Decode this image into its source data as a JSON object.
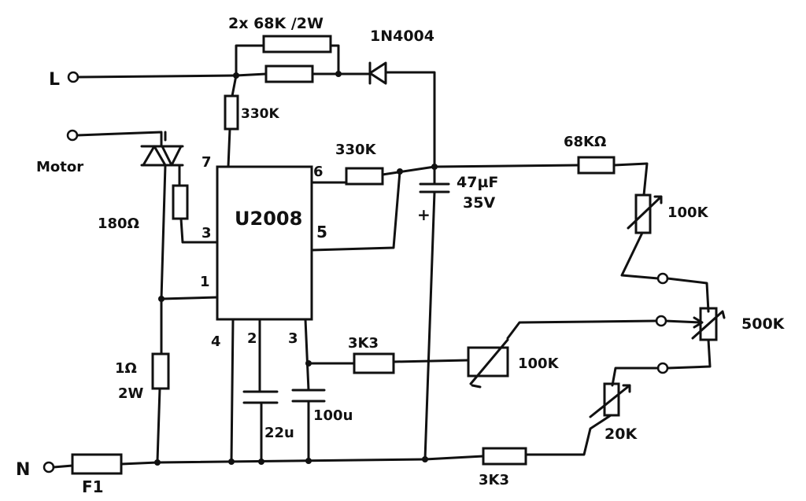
{
  "labels": {
    "resistors_top": "2x 68K /2W",
    "diode": "1N4004",
    "line_L": "L",
    "line_N": "N",
    "motor": "Motor",
    "r_330k_top": "330K",
    "r_330k_pin6": "330K",
    "pin7": "7",
    "pin6": "6",
    "pin3": "3",
    "pin5": "5",
    "pin1": "1",
    "pin4": "4",
    "pin2": "2",
    "pin3b": "3",
    "ic": "U2008",
    "cap_47": "47µF",
    "cap_47_v": "35V",
    "cap_plus": "+",
    "r_68k": "68KΩ",
    "pot_100k_top": "100K",
    "r_180": "180Ω",
    "r_shunt": "1Ω",
    "r_shunt_w": "2W",
    "pot_500k": "500K",
    "r_3k3_mid": "3K3",
    "pot_100k_mid": "100K",
    "cap_22": "22u",
    "cap_100": "100u",
    "pot_20k": "20K",
    "r_3k3_bottom": "3K3",
    "fuse": "F1"
  }
}
